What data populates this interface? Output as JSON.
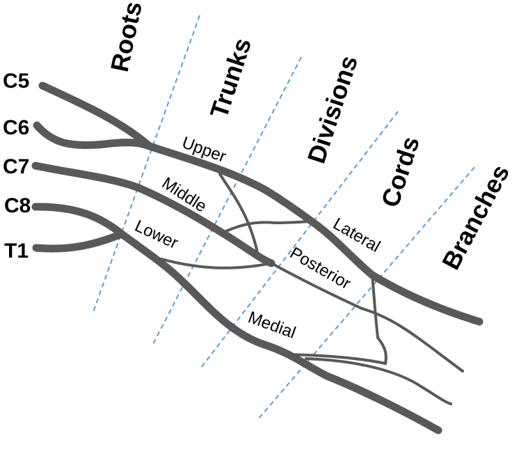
{
  "sections": {
    "roots": "Roots",
    "trunks": "Trunks",
    "divisions": "Divisions",
    "cords": "Cords",
    "branches": "Branches"
  },
  "roots": {
    "c5": "C5",
    "c6": "C6",
    "c7": "C7",
    "c8": "C8",
    "t1": "T1"
  },
  "trunks": {
    "upper": "Upper",
    "middle": "Middle",
    "lower": "Lower"
  },
  "cords": {
    "lateral": "Lateral",
    "posterior": "Posterior",
    "medial": "Medial"
  },
  "colors": {
    "nerve": "#595959",
    "divider": "#5b9bd5"
  }
}
